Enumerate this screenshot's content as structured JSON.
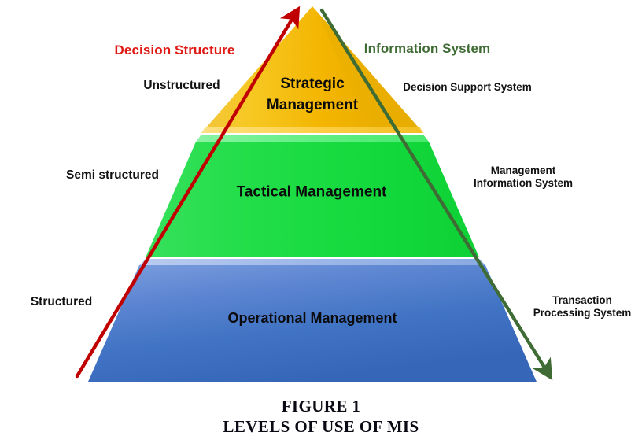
{
  "figure": {
    "caption_line1": "FIGURE 1",
    "caption_line2": "LEVELS OF USE OF MIS"
  },
  "colors": {
    "decision_structure_red": "#e01b16",
    "information_system_green": "#3f6b34",
    "tier_strategic": "#f5b400",
    "tier_tactical": "#20d94a",
    "tier_operational": "#3f72c4",
    "text_black": "#0b0b0b"
  },
  "left_axis": {
    "heading": "Decision Structure",
    "levels": [
      {
        "label": "Unstructured"
      },
      {
        "label": "Semi structured"
      },
      {
        "label": "Structured"
      }
    ],
    "arrow": {
      "direction": "up",
      "color": "#c00000"
    }
  },
  "right_axis": {
    "heading": "Information System",
    "levels": [
      {
        "line1": "Decision Support System",
        "line2": ""
      },
      {
        "line1": "Management",
        "line2": "Information System"
      },
      {
        "line1": "Transaction",
        "line2": "Processing System"
      }
    ],
    "arrow": {
      "direction": "down",
      "color": "#3f6b34"
    }
  },
  "pyramid": {
    "tiers": [
      {
        "line1": "Strategic",
        "line2": "Management",
        "color": "#f5b400"
      },
      {
        "line1": "Tactical Management",
        "line2": "",
        "color": "#20d94a"
      },
      {
        "line1": "Operational Management",
        "line2": "",
        "color": "#3f72c4"
      }
    ]
  }
}
